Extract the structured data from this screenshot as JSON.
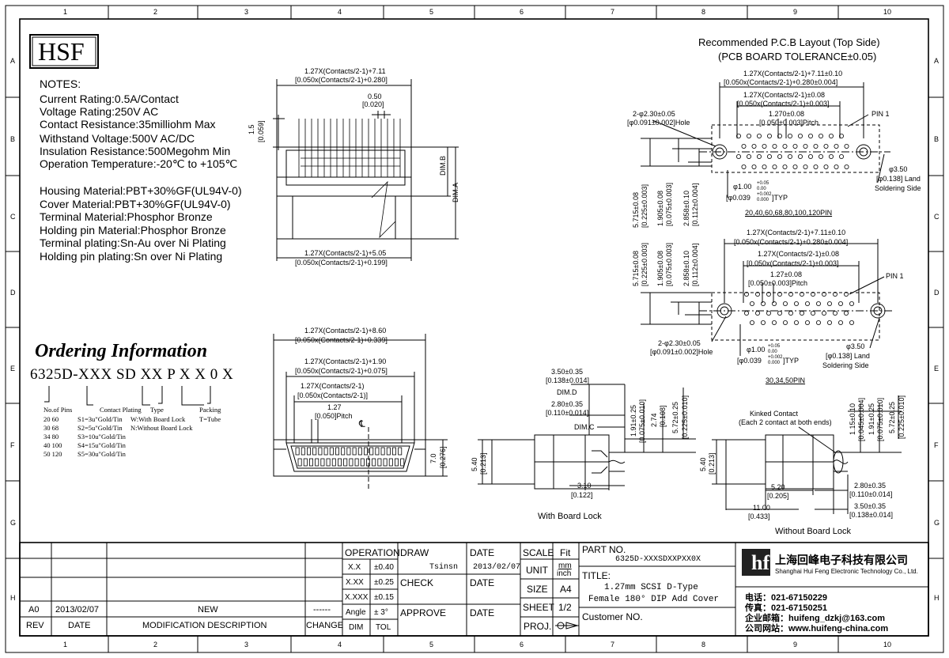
{
  "grid": {
    "cols": [
      "1",
      "2",
      "3",
      "4",
      "5",
      "6",
      "7",
      "8",
      "9",
      "10"
    ],
    "rows": [
      "A",
      "B",
      "C",
      "D",
      "E",
      "F",
      "G",
      "H"
    ]
  },
  "logo": "HSF",
  "notes": {
    "heading": "NOTES:",
    "lines": [
      "Current Rating:0.5A/Contact",
      "Voltage Rating:250V AC",
      "Contact Resistance:35milliohm Max",
      "Withstand Voltage:500V AC/DC",
      "Insulation Resistance:500Megohm Min",
      "Operation Temperature:-20℃ to +105℃"
    ],
    "materials": [
      "Housing Material:PBT+30%GF(UL94V-0)",
      "Cover Material:PBT+30%GF(UL94V-0)",
      "Terminal Material:Phosphor Bronze",
      "Holding pin Material:Phosphor Bronze",
      "Terminal plating:Sn-Au over Ni Plating",
      "Holding pin plating:Sn over Ni Plating"
    ]
  },
  "ordering": {
    "title": "Ordering Information",
    "code": "6325D-XXX SD XX P X X 0 X",
    "columns": {
      "pins": "No.of Pins",
      "plating": "Contact Plating",
      "type": "Type",
      "packing": "Packing"
    },
    "pins": [
      "20    60",
      "30    68",
      "34    80",
      "40    100",
      "50    120"
    ],
    "plating": [
      "S1=3u\"Gold/Tin",
      "S2=5u\"Gold/Tin",
      "S3=10u\"Gold/Tin",
      "S4=15u\"Gold/Tin",
      "S5=30u\"Gold/Tin"
    ],
    "type": [
      "W:With Board Lock",
      "N:Without Board Lock"
    ],
    "packing": [
      "T=Tube"
    ]
  },
  "side_view": {
    "top1": "1.27X(Contacts/2-1)+7.11",
    "top2": "[0.050x(Contacts/2-1)+0.280]",
    "pitch1": "0.50",
    "pitch2": "[0.020]",
    "h1": "1.5",
    "h2": "[0.059]",
    "dimb": "DIM.B",
    "dima": "DIM.A",
    "bot1": "1.27X(Contacts/2-1)+5.05",
    "bot2": "[0.050x(Contacts/2-1)+0.199]"
  },
  "front_view": {
    "d1a": "1.27X(Contacts/2-1)+8.60",
    "d1b": "[0.050x(Contacts/2-1)+0.339]",
    "d2a": "1.27X(Contacts/2-1)+1.90",
    "d2b": "[0.050x(Contacts/2-1)+0.075]",
    "d3a": "1.27X(Contacts/2-1)",
    "d3b": "[0.050x(Contacts/2-1)]",
    "p1": "1.27",
    "p2": "[0.050]Pitch",
    "cl": "℄",
    "h1": "7.0",
    "h2": "[0.276]"
  },
  "profile_lock": {
    "a1": "3.50±0.35",
    "a2": "[0.138±0.014]",
    "dimd": "DIM.D",
    "b1": "2.80±0.35",
    "b2": "[0.110±0.014]",
    "dimc": "DIM.C",
    "v1": "1.91±0.25",
    "v2": "[0.075±0.010]",
    "v3": "2.74",
    "v4": "[0.108]",
    "v5": "5.72±0.25",
    "v6": "[0.225±0.010]",
    "h1": "5.40",
    "h2": "[0.213]",
    "w1": "3.10",
    "w2": "[0.122]",
    "caption": "With Board Lock"
  },
  "profile_nolock": {
    "kink1": "Kinked Contact",
    "kink2": "(Each 2 contact at both ends)",
    "v1": "1.15±0.10",
    "v2": "[0.045±0.004]",
    "v3": "1.91±0.25",
    "v4": "[0.075±0.010]",
    "v5": "5.72±0.25",
    "v6": "[0.225±0.010]",
    "h1": "5.40",
    "h2": "[0.213]",
    "w1": "5.20",
    "w2": "[0.205]",
    "w3": "11.00",
    "w4": "[0.433]",
    "b1": "2.80±0.35",
    "b2": "[0.110±0.014]",
    "a1": "3.50±0.35",
    "a2": "[0.138±0.014]",
    "caption": "Without Board Lock"
  },
  "pcb": {
    "title1": "Recommended P.C.B Layout (Top Side)",
    "title2": "(PCB BOARD TOLERANCE±0.05)",
    "top": {
      "d1a": "1.27X(Contacts/2-1)+7.11±0.10",
      "d1b": "[0.050x(Contacts/2-1)+0.280±0.004]",
      "d2a": "1.27X(Contacts/2-1)±0.08",
      "d2b": "[0.050x(Contacts/2-1)±0.003]",
      "p1": "1.270±0.08",
      "p2": "[0.050±0.003]Pitch",
      "pin1": "PIN 1",
      "hole1": "2-φ2.30±0.05",
      "hole2": "[φ0.091±0.002]Hole",
      "land1": "φ3.50",
      "land2": "[φ0.138] Land",
      "land3": "Soldering Side",
      "v1": "5.715±0.08",
      "v2": "[0.225±0.003]",
      "v3": "1.905±0.08",
      "v4": "[0.075±0.003]",
      "v5": "2.858±0.10",
      "v6": "[0.112±0.004]",
      "typ1": "φ1.00",
      "typ2": "[φ0.039",
      "typ3": "]TYP",
      "pins": "20,40,60,68,80,100,120PIN"
    },
    "bottom": {
      "d1a": "1.27X(Contacts/2-1)+7.11±0.10",
      "d1b": "[0.050x(Contacts/2-1)+0.280±0.004]",
      "d2a": "1.27X(Contacts/2-1)±0.08",
      "d2b": "[0.050x(Contacts/2-1)±0.003]",
      "p1": "1.27±0.08",
      "p2": "[0.050±0.003]Pitch",
      "pin1": "PIN 1",
      "hole1": "2-φ2.30±0.05",
      "hole2": "[φ0.091±0.002]Hole",
      "land1": "φ3.50",
      "land2": "[φ0.138] Land",
      "land3": "Soldering Side",
      "v1": "5.715±0.08",
      "v2": "[0.225±0.003]",
      "v3": "1.905±0.08",
      "v4": "[0.075±0.003]",
      "v5": "2.858±0.10",
      "v6": "[0.112±0.004]",
      "typ1": "φ1.00",
      "typ2": "[φ0.039",
      "typ3": "]TYP",
      "pins": "30,34,50PIN"
    },
    "tol_up": "+0.05",
    "tol_dn": "0.00",
    "tol_up2": "+0.002",
    "tol_dn2": "0.000"
  },
  "title_block": {
    "rev_row": {
      "rev": "A0",
      "date": "2013/02/07",
      "desc": "NEW",
      "change": "------"
    },
    "header": {
      "rev": "REV",
      "date": "DATE",
      "desc": "MODIFICATION  DESCRIPTION",
      "change": "CHANGE"
    },
    "operation": "OPERATION",
    "tol": [
      {
        "k": "X.X",
        "v": "±0.40"
      },
      {
        "k": "X.XX",
        "v": "±0.25"
      },
      {
        "k": "X.XXX",
        "v": "±0.15"
      },
      {
        "k": "Angle",
        "v": "±  3°"
      }
    ],
    "dim": "DIM",
    "tolk": "TOL",
    "draw": "DRAW",
    "drawer": "Tsinsn",
    "date_label": "DATE",
    "draw_date": "2013/02/07",
    "check": "CHECK",
    "approve": "APPROVE",
    "scale": "SCALE",
    "fit": "Fit",
    "unit": "UNIT",
    "unit_v1": "mm",
    "unit_v2": "inch",
    "size": "SIZE",
    "size_v": "A4",
    "sheet": "SHEET",
    "sheet_v": "1/2",
    "proj": "PROJ.",
    "partno_label": "PART NO.",
    "partno": "6325D-XXXSDXXPXX0X",
    "title_label": "TITLE:",
    "title1": "1.27mm SCSI D-Type",
    "title2": "Female 180° DIP Add Cover",
    "customer": "Customer NO.",
    "company_cn": "上海回峰电子科技有限公司",
    "company_en": "Shanghai Hui Feng Electronic Technology Co., Ltd.",
    "tel": "电话：021-67150229",
    "fax": "传真：021-67150251",
    "email": "企业邮箱：huifeng_dzkj@163.com",
    "web": "公司网站：www.huifeng-china.com"
  }
}
